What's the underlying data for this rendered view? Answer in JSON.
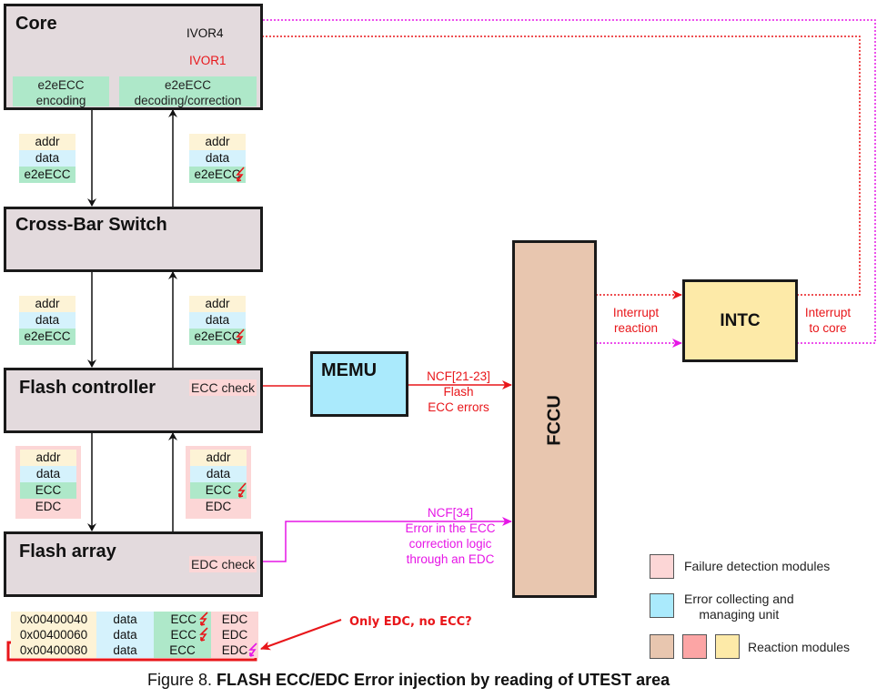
{
  "diagram": {
    "core": {
      "title": "Core",
      "ivor4": "IVOR4",
      "ivor1": "IVOR1",
      "encoding_label_1": "e2eECC",
      "encoding_label_2": "encoding",
      "decoding_label_1": "e2eECC",
      "decoding_label_2": "decoding/correction"
    },
    "crossbar": {
      "title": "Cross-Bar Switch"
    },
    "flash_controller": {
      "title": "Flash controller",
      "check": "ECC check"
    },
    "flash_array": {
      "title": "Flash array",
      "check": "EDC check"
    },
    "memu": {
      "title": "MEMU"
    },
    "fccu": {
      "title": "FCCU"
    },
    "intc": {
      "title": "INTC"
    },
    "packets": {
      "core_down": [
        "addr",
        "data",
        "e2eECC"
      ],
      "core_up": [
        "addr",
        "data",
        "e2eECC"
      ],
      "xbar_down": [
        "addr",
        "data",
        "e2eECC"
      ],
      "xbar_up": [
        "addr",
        "data",
        "e2eECC"
      ],
      "fc_down": [
        "addr",
        "data",
        "ECC",
        "EDC"
      ],
      "fc_up": [
        "addr",
        "data",
        "ECC",
        "EDC"
      ]
    },
    "signals": {
      "ncf_flash_1": "NCF[21-23]",
      "ncf_flash_2": "Flash",
      "ncf_flash_3": "ECC errors",
      "ncf_edc_1": "NCF[34]",
      "ncf_edc_2": "Error in the ECC",
      "ncf_edc_3": "correction logic",
      "ncf_edc_4": "through an EDC",
      "interrupt_reaction_1": "Interrupt",
      "interrupt_reaction_2": "reaction",
      "interrupt_core_1": "Interrupt",
      "interrupt_core_2": "to core"
    },
    "utest_table": [
      {
        "addr": "0x00400040",
        "data": "data",
        "ecc": "ECC",
        "edc": "EDC",
        "ecc_error": true,
        "edc_error": false,
        "highlighted": false
      },
      {
        "addr": "0x00400060",
        "data": "data",
        "ecc": "ECC",
        "edc": "EDC",
        "ecc_error": true,
        "edc_error": false,
        "highlighted": false
      },
      {
        "addr": "0x00400080",
        "data": "data",
        "ecc": "ECC",
        "edc": "EDC",
        "ecc_error": false,
        "edc_error": true,
        "highlighted": true
      }
    ],
    "annotation": "Only EDC, no ECC?",
    "legend": [
      {
        "label": "Failure detection modules",
        "colors": [
          "#fcd6d6"
        ]
      },
      {
        "label_1": "Error collecting and",
        "label_2": "managing unit",
        "colors": [
          "#aaeafc"
        ]
      },
      {
        "label": "Reaction modules",
        "colors": [
          "#e8c6af",
          "#fca5a5",
          "#fdeaa8"
        ]
      }
    ],
    "caption": {
      "prefix": "Figure 8. ",
      "title": "FLASH ECC/EDC Error injection by reading of UTEST area"
    },
    "colors": {
      "red_signal": "#e8161a",
      "magenta_signal": "#e616e6",
      "block_fill": "#e3dadd"
    }
  }
}
